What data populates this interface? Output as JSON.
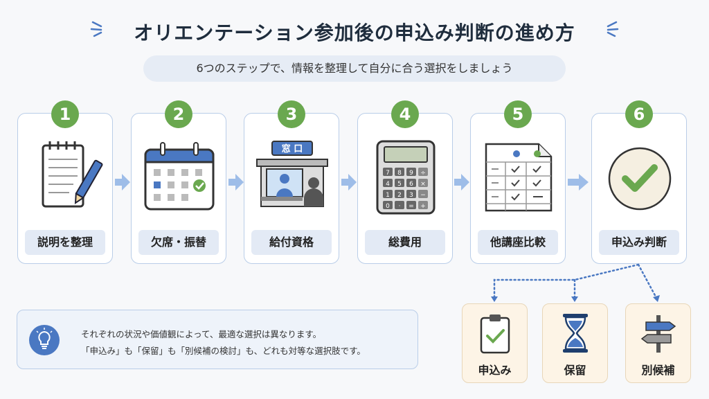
{
  "title": "オリエンテーション参加後の申込み判断の進め方",
  "subtitle": "6つのステップで、情報を整理して自分に合う選択をしましょう",
  "steps": [
    {
      "num": "1",
      "label": "説明を整理",
      "icon": "notepad-pen-icon"
    },
    {
      "num": "2",
      "label": "欠席・振替",
      "icon": "calendar-check-icon"
    },
    {
      "num": "3",
      "label": "給付資格",
      "icon": "service-counter-icon",
      "sign": "窓 口"
    },
    {
      "num": "4",
      "label": "総費用",
      "icon": "calculator-icon",
      "keys": [
        "7",
        "8",
        "9",
        "÷",
        "4",
        "5",
        "6",
        "×",
        "1",
        "2",
        "3",
        "−",
        "0",
        "·",
        "=",
        "+"
      ]
    },
    {
      "num": "5",
      "label": "他講座比較",
      "icon": "comparison-table-icon"
    },
    {
      "num": "6",
      "label": "申込み判断",
      "icon": "check-circle-icon"
    }
  ],
  "note": {
    "line1": "それぞれの状況や価値観によって、最適な選択は異なります。",
    "line2": "「申込み」も「保留」も「別候補の検討」も、どれも対等な選択肢です。"
  },
  "options": [
    {
      "label": "申込み",
      "icon": "clipboard-check-icon"
    },
    {
      "label": "保留",
      "icon": "hourglass-icon"
    },
    {
      "label": "別候補",
      "icon": "signpost-icon"
    }
  ],
  "colors": {
    "accent_green": "#6aa84f",
    "accent_blue": "#4a78c2",
    "border_blue": "#b9cde8"
  }
}
